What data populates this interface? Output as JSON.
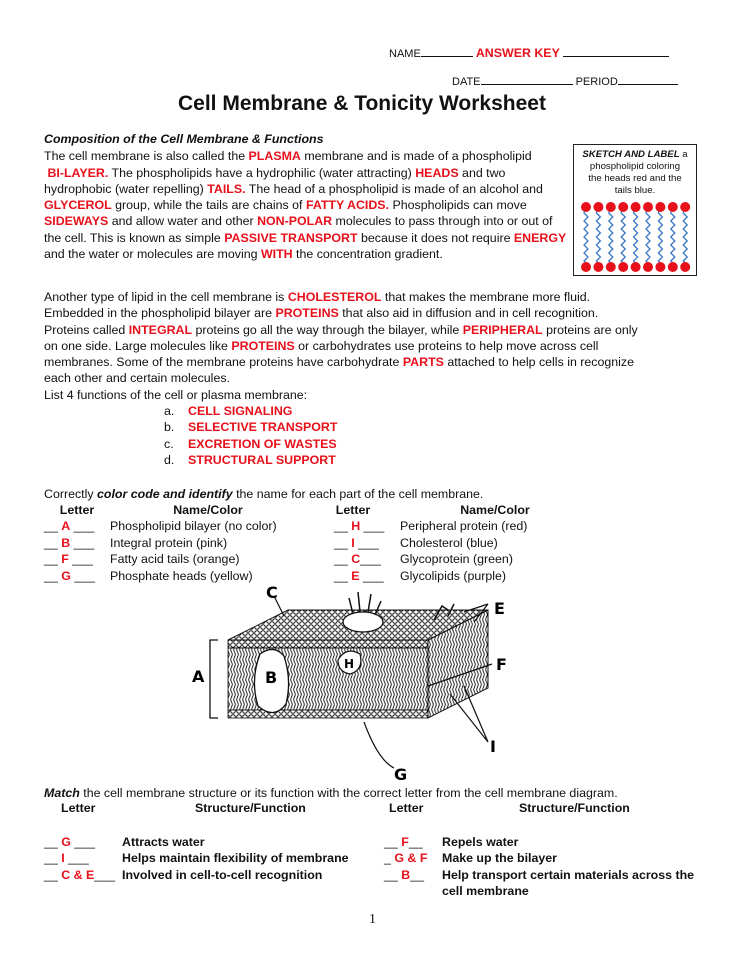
{
  "header": {
    "name_label": "NAME",
    "name_value": "ANSWER KEY",
    "date_label": "DATE",
    "period_label": "PERIOD"
  },
  "title": "Cell Membrane & Tonicity Worksheet",
  "composition": {
    "heading": "Composition of the Cell Membrane & Functions",
    "s1a": "The cell membrane is also called the ",
    "a1": "PLASMA",
    "s1b": " membrane and is made of a phospholipid",
    "a2": "BI-LAYER.",
    "s2a": " The phospholipids have a hydrophilic (water attracting) ",
    "a3": "HEADS",
    "s2b": " and two",
    "s3a": "hydrophobic (water repelling) ",
    "a4": "TAILS.",
    "s3b": " The head of a phospholipid is made of an alcohol and",
    "a5": "GLYCEROL",
    "s4a": " group, while the tails are chains of ",
    "a6": "FATTY ACIDS.",
    "s4b": " Phospholipids can move",
    "a7": "SIDEWAYS",
    "s5a": " and allow water and other ",
    "a8": "NON-POLAR",
    "s5b": " molecules to pass through into or out of",
    "s6a": "the cell. This is known as simple ",
    "a9": "PASSIVE TRANSPORT",
    "s6b": " because it does not require ",
    "a10": "ENERGY",
    "s7a": "and the water or molecules are moving ",
    "a11": "WITH",
    "s7b": " the concentration gradient."
  },
  "sketch": {
    "title_bold": "SKETCH AND LABEL",
    "title_rest": " a",
    "line2": "phospholipid coloring",
    "line3": "the heads red and the",
    "line4": "tails blue.",
    "head_color": "#e8101a",
    "tail_color": "#3a78c8"
  },
  "para2": {
    "s1a": "Another type of lipid in the cell membrane is ",
    "a1": "CHOLESTEROL",
    "s1b": " that makes the membrane more fluid.",
    "s2a": "Embedded in the phospholipid bilayer are ",
    "a2": "PROTEINS",
    "s2b": " that also aid in diffusion and in cell recognition.",
    "s3a": "Proteins called ",
    "a3": "INTEGRAL",
    "s3b": " proteins go all the way through the bilayer, while ",
    "a4": "PERIPHERAL",
    "s3c": " proteins are only",
    "s4a": "on one side. Large molecules like ",
    "a5": "PROTEINS",
    "s4b": " or carbohydrates use proteins to help move across cell",
    "s5a": "membranes. Some of the membrane proteins have carbohydrate ",
    "a6": "PARTS",
    "s5b": " attached to help cells in recognize",
    "s6": "each other and certain molecules.",
    "s7": "List 4 functions of the cell or plasma membrane:",
    "list": [
      {
        "mark": "a.",
        "text": "CELL SIGNALING"
      },
      {
        "mark": "b.",
        "text": "SELECTIVE TRANSPORT"
      },
      {
        "mark": "c.",
        "text": "EXCRETION OF WASTES"
      },
      {
        "mark": "d.",
        "text": "STRUCTURAL SUPPORT"
      }
    ]
  },
  "color_code": {
    "intro_a": "Correctly ",
    "intro_b": "color code and identify",
    "intro_c": " the name for each part of the cell membrane.",
    "h_letter": "Letter",
    "h_name": "Name/Color",
    "left": [
      {
        "letter": "A",
        "name": "Phospholipid bilayer (no color)"
      },
      {
        "letter": "B",
        "name": "Integral protein (pink)"
      },
      {
        "letter": "F",
        "name": "Fatty acid tails (orange)"
      },
      {
        "letter": "G",
        "name": "Phosphate heads (yellow)"
      }
    ],
    "right": [
      {
        "letter": "H",
        "name": "Peripheral protein (red)"
      },
      {
        "letter": "I",
        "name": "Cholesterol (blue)"
      },
      {
        "letter": "C",
        "name": "Glycoprotein (green)"
      },
      {
        "letter": "E",
        "name": "Glycolipids (purple)"
      }
    ]
  },
  "diagram": {
    "labels": {
      "A": "A",
      "B": "B",
      "C": "C",
      "E": "E",
      "F": "F",
      "G": "G",
      "H": "H",
      "I": "I"
    }
  },
  "match": {
    "intro_a": "Match",
    "intro_b": " the cell membrane structure or its function with the correct letter from the cell membrane diagram.",
    "h_letter": "Letter",
    "h_sf": "Structure/Function",
    "left": [
      {
        "letter": "G",
        "text": "Attracts water"
      },
      {
        "letter": "I",
        "text": "Helps maintain flexibility of membrane"
      },
      {
        "letter": "C & E",
        "text": "Involved in cell-to-cell recognition"
      }
    ],
    "right": [
      {
        "letter": "F",
        "text": "Repels water"
      },
      {
        "letter": "G & F",
        "text": "Make up the bilayer"
      },
      {
        "letter": "B",
        "text": "Help transport certain materials across the"
      }
    ],
    "right_extra": "cell membrane"
  },
  "page_number": "1"
}
